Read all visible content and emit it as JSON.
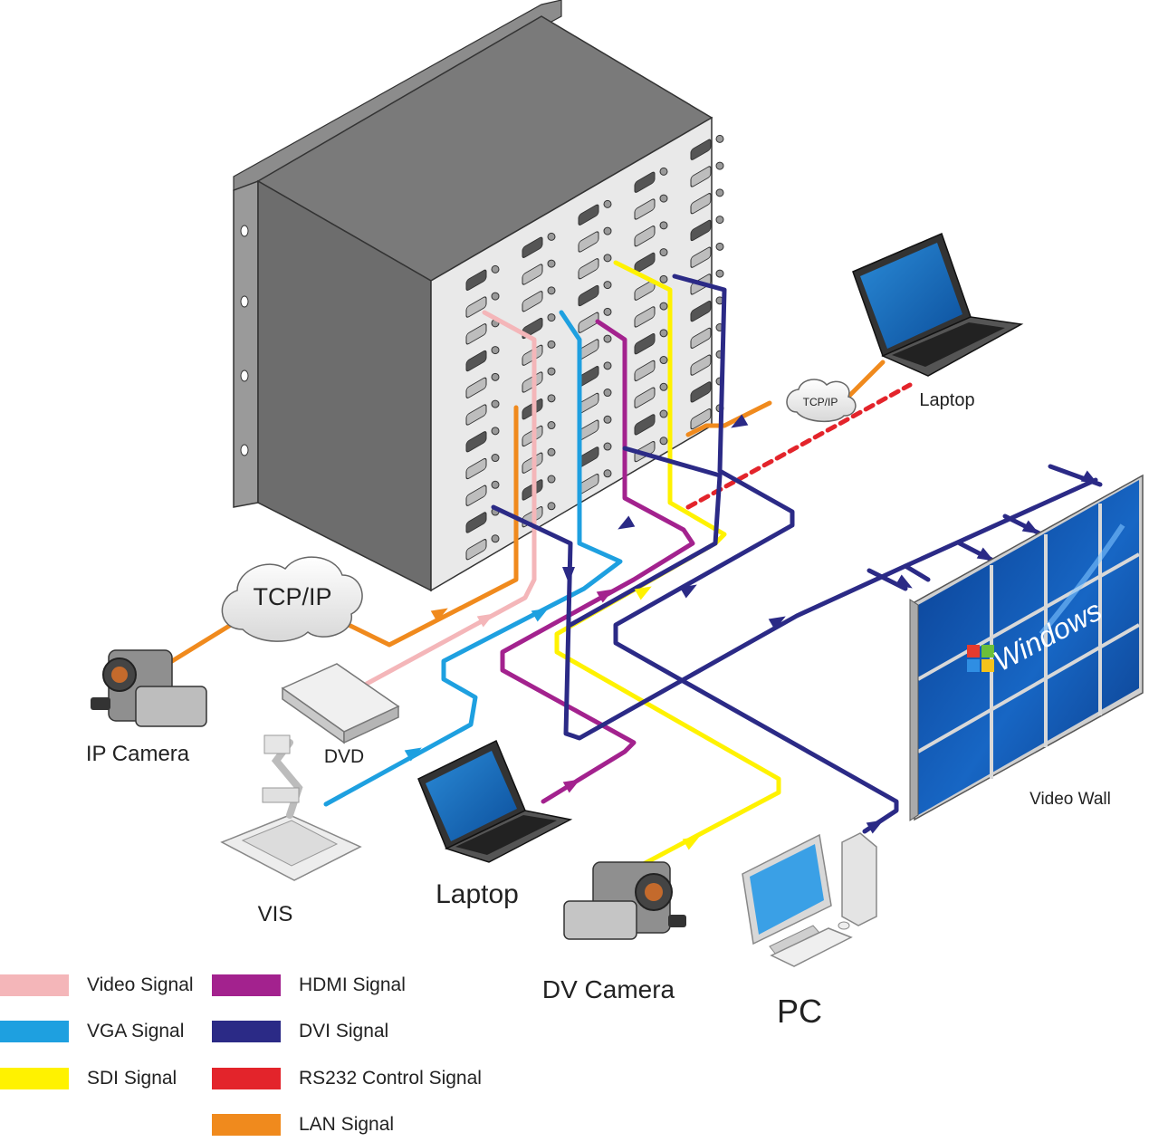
{
  "devices": {
    "ip_camera": "IP Camera",
    "dvd": "DVD",
    "vis": "VIS",
    "laptop_main": "Laptop",
    "dv_camera": "DV Camera",
    "pc": "PC",
    "laptop_right": "Laptop",
    "video_wall": "Video Wall"
  },
  "network": {
    "tcpip_large": "TCP/IP",
    "tcpip_small": "TCP/IP"
  },
  "screen_text": "Windows",
  "legend": [
    {
      "label": "Video Signal",
      "color": "#f4b6b9"
    },
    {
      "label": "VGA Signal",
      "color": "#1ea0e0"
    },
    {
      "label": "SDI Signal",
      "color": "#fff200"
    },
    {
      "label": "HDMI Signal",
      "color": "#a3228e"
    },
    {
      "label": "DVI Signal",
      "color": "#2b2a86"
    },
    {
      "label": "RS232 Control Signal",
      "color": "#e3242b"
    },
    {
      "label": "LAN Signal",
      "color": "#f08a1d"
    }
  ]
}
